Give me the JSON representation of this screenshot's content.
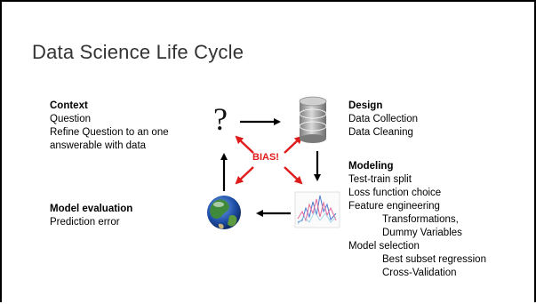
{
  "title": "Data Science Life Cycle",
  "context": {
    "heading": "Context",
    "lines": [
      "Question",
      "Refine Question to an one",
      "answerable with data"
    ]
  },
  "design": {
    "heading": "Design",
    "lines": [
      "Data Collection",
      "Data Cleaning"
    ]
  },
  "modeling": {
    "heading": "Modeling",
    "items": [
      {
        "text": "Test-train split",
        "indent": false
      },
      {
        "text": "Loss function choice",
        "indent": false
      },
      {
        "text": "Feature engineering",
        "indent": false
      },
      {
        "text": "Transformations,",
        "indent": true
      },
      {
        "text": "Dummy Variables",
        "indent": true
      },
      {
        "text": "Model selection",
        "indent": false
      },
      {
        "text": "Best subset regression",
        "indent": true
      },
      {
        "text": "Cross-Validation",
        "indent": true
      }
    ]
  },
  "evaluation": {
    "heading": "Model evaluation",
    "lines": [
      "Prediction error"
    ]
  },
  "cycle": {
    "question_symbol": "?",
    "bias_label": "BIAS!"
  },
  "colors": {
    "bias": "#e01b1b",
    "arrow": "#000000",
    "globe_ocean": "#1f4fa8",
    "globe_land": "#3f8a3a",
    "database": "#9a9a9a"
  },
  "icons": [
    "question-mark-icon",
    "database-icon",
    "chart-thumbnail-icon",
    "globe-icon"
  ]
}
